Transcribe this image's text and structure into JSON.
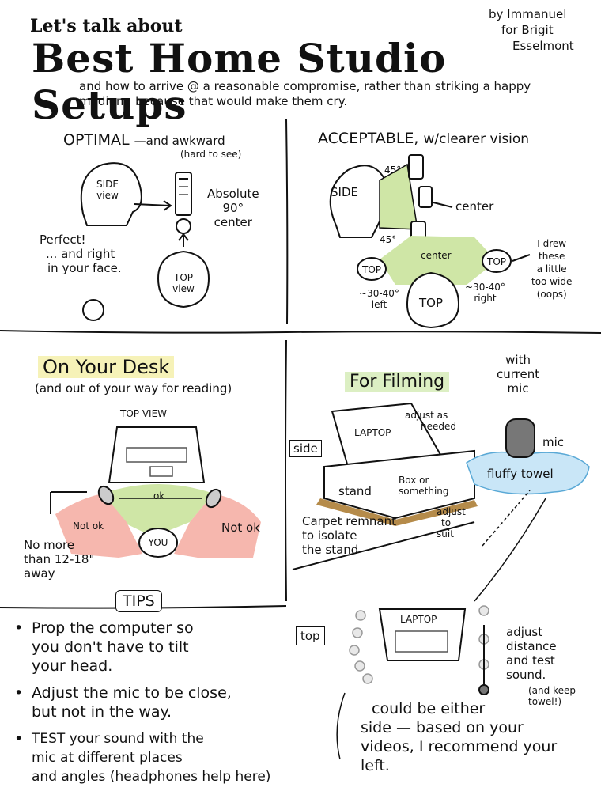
{
  "header": {
    "pretitle": "Let's talk about",
    "title": "Best Home Studio Setups",
    "subtitle": "and how to arrive @ a reasonable compromise, rather than striking a happy medium, because that would make them cry.",
    "byline": [
      "by Immanuel",
      "for Brigit",
      "Esselmont"
    ]
  },
  "optimal": {
    "heading": "OPTIMAL",
    "heading_note": "and awkward",
    "heading_paren": "(hard to see)",
    "side_label": "SIDE view",
    "mic_caption": [
      "Absolute",
      "90°",
      "center"
    ],
    "top_label": "TOP view",
    "perfect": [
      "Perfect!",
      "... and right",
      "in your face."
    ]
  },
  "acceptable": {
    "heading": "ACCEPTABLE,",
    "heading_note": "w/clearer vision",
    "side_label": "SIDE",
    "angle_top": "45°",
    "angle_bottom": "45°",
    "center_label": "center",
    "center_small": "center",
    "top_label": "TOP",
    "top_small_left": "TOP",
    "top_small_right": "TOP",
    "left_range": [
      "~30-40°",
      "left"
    ],
    "right_range": [
      "~30-40°",
      "right"
    ],
    "note": [
      "I drew",
      "these",
      "a little",
      "too wide",
      "(oops)"
    ]
  },
  "desk": {
    "heading": "On Your Desk",
    "subheading": "(and out of your way for reading)",
    "top_view": "TOP VIEW",
    "ok": "ok",
    "not_ok_left": "Not ok",
    "not_ok_right": "Not ok",
    "you": "YOU",
    "distance": [
      "No more",
      "than 12-18\"",
      "away"
    ]
  },
  "filming": {
    "heading": "For Filming",
    "mic_note": [
      "with",
      "current",
      "mic"
    ],
    "side_tag": "side",
    "laptop": "LAPTOP",
    "adjust_needed": [
      "adjust as",
      "needed"
    ],
    "mic": "mic",
    "towel": "fluffy towel",
    "stand": "stand",
    "box": [
      "Box or",
      "something"
    ],
    "carpet": [
      "Carpet remnant",
      "to isolate",
      "the stand"
    ],
    "adjust_suit": [
      "adjust",
      "to",
      "suit"
    ],
    "top_tag": "top",
    "laptop_top": "LAPTOP",
    "adjust_distance": [
      "adjust",
      "distance",
      "and test",
      "sound."
    ],
    "keep_towel": [
      "(and keep",
      "towel!)"
    ],
    "either_side": [
      "could be either",
      "side — based on your",
      "videos, I recommend your",
      "left."
    ]
  },
  "tips": {
    "heading": "TIPS",
    "items": [
      [
        "Prop the computer so",
        "you don't have to tilt",
        "your head."
      ],
      [
        "Adjust the mic to be close,",
        "but not in the way."
      ],
      [
        "TEST your sound with the",
        "mic at different places",
        "and angles (headphones help here)"
      ]
    ]
  },
  "colors": {
    "green": "#cfe6a6",
    "red": "#f6b7ae",
    "yellow": "#f6f2b8",
    "blue": "#c9e6f7",
    "brown": "#b58b4a"
  }
}
